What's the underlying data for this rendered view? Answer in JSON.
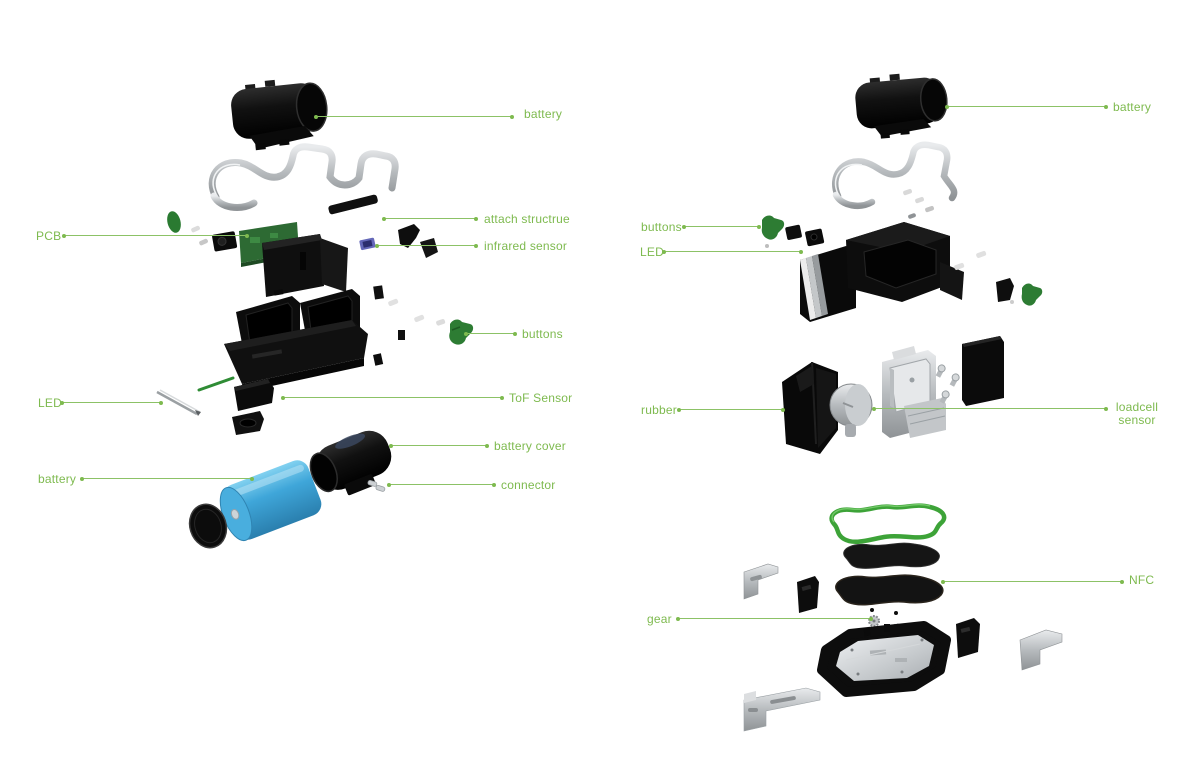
{
  "colors": {
    "background": "#ffffff",
    "callout_green": "#7eba4f",
    "leader_line_green": "#8cc266",
    "part_green": "#2d7c33",
    "pcb_green": "#2d6a33",
    "gasket_green": "#3da338",
    "battery_blue": "#3fa6d9",
    "metal_gray": "#b7bbbe",
    "part_black": "#0d0d0d"
  },
  "left": {
    "callouts": [
      {
        "label": "battery",
        "side": "right"
      },
      {
        "label": "PCB",
        "side": "left"
      },
      {
        "label": "attach structrue",
        "side": "right"
      },
      {
        "label": "infrared sensor",
        "side": "right"
      },
      {
        "label": "buttons",
        "side": "right"
      },
      {
        "label": "LED",
        "side": "left"
      },
      {
        "label": "ToF Sensor",
        "side": "right"
      },
      {
        "label": "battery cover",
        "side": "right"
      },
      {
        "label": "connector",
        "side": "right"
      },
      {
        "label": "battery",
        "side": "left"
      }
    ],
    "parts": [
      "battery-module",
      "metal-bracket",
      "pcb-board",
      "camera-block",
      "mid-housing",
      "infrared-chip",
      "attach-bracket",
      "main-housing",
      "green-buttons",
      "led-rod",
      "tof-sensor-box",
      "battery-cover-tube",
      "connector-screws",
      "battery-cell",
      "end-cap-disc"
    ]
  },
  "right": {
    "callouts": [
      {
        "label": "battery",
        "side": "right"
      },
      {
        "label": "buttons",
        "side": "left"
      },
      {
        "label": "LED",
        "side": "left"
      },
      {
        "label": "rubber",
        "side": "left"
      },
      {
        "label": "loadcell sensor",
        "side": "right"
      },
      {
        "label": "NFC",
        "side": "right"
      },
      {
        "label": "gear",
        "side": "left"
      }
    ],
    "parts": [
      "battery-module",
      "metal-bracket",
      "green-buttons",
      "led-stack",
      "main-housing",
      "rubber-wedge",
      "metal-knob",
      "loadcell-bracket",
      "screws",
      "black-plate",
      "gasket-ring",
      "pad-plate",
      "nfc-pad",
      "gears",
      "bottom-tray",
      "metal-clips",
      "long-bracket"
    ]
  }
}
